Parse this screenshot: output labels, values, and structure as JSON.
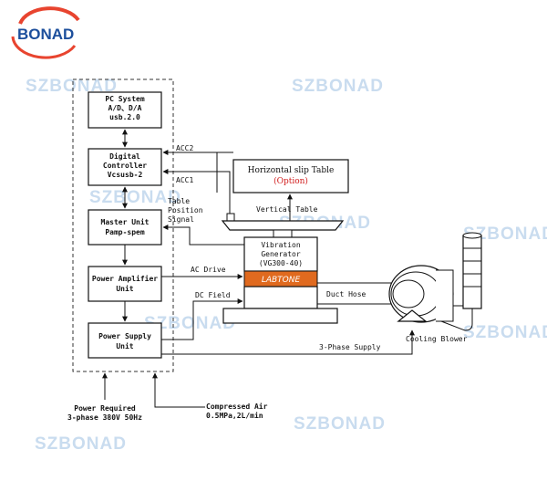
{
  "logo": {
    "text": "BONAD",
    "accent_color": "#e8442f",
    "text_color": "#1d4f9c"
  },
  "watermark": {
    "text": "SZBONAD"
  },
  "blocks": {
    "pc_system": {
      "line1": "PC System",
      "line2": "A/D、D/A",
      "line3": "usb.2.0"
    },
    "digital_controller": {
      "line1": "Digital",
      "line2": "Controller",
      "line3": "Vcsusb-2"
    },
    "master_unit": {
      "line1": "Master Unit",
      "line2": "Pamp-spem"
    },
    "power_amplifier": {
      "line1": "Power Amplifier",
      "line2": "Unit"
    },
    "power_supply": {
      "line1": "Power Supply",
      "line2": "Unit"
    },
    "horizontal_slip_table": {
      "line1": "Horizontal slip Table",
      "line2": "(Option)",
      "option_color": "#d22020"
    },
    "vibration_generator": {
      "line1": "Vibration",
      "line2": "Generator",
      "line3": "(VG300-40)"
    },
    "labtone": {
      "text": "LABTONE",
      "color": "#e06a1f"
    }
  },
  "labels": {
    "acc2": "ACC2",
    "acc1": "ACC1",
    "table_position_line1": "Table",
    "table_position_line2": "Position",
    "table_position_line3": "Signal",
    "vertical_table": "Vertical Table",
    "ac_drive": "AC Drive",
    "dc_field": "DC Field",
    "duct_hose": "Duct Hose",
    "three_phase_supply": "3-Phase Supply",
    "cooling_blower": "Cooling Blower",
    "power_required_line1": "Power Required",
    "power_required_line2": "3-phase 380V 50Hz",
    "compressed_air_line1": "Compressed Air",
    "compressed_air_line2": "0.5MPa,2L/min"
  }
}
